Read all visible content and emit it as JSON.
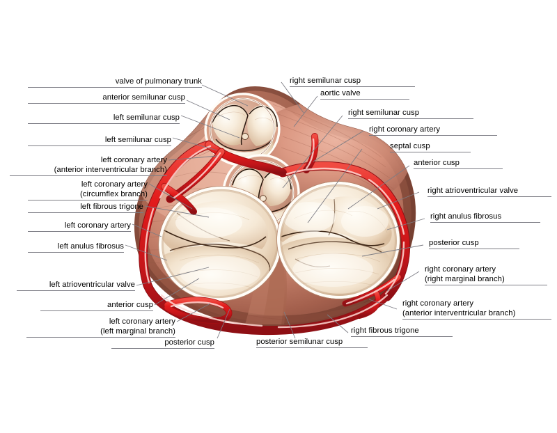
{
  "figure": {
    "kind": "anatomical-illustration",
    "subject": "Heart valves in transverse section (base of heart, atria removed)",
    "palette": {
      "background": "#ffffff",
      "myocardium_light": "#e8b3a2",
      "myocardium_mid": "#c98a78",
      "myocardium_dark": "#9c5d4e",
      "myocardium_deep": "#7d4739",
      "cusp_cream": "#f6ead9",
      "cusp_highlight": "#fffdf7",
      "cusp_shadow": "#d9c0a6",
      "annulus_white": "#fffdf8",
      "artery_red": "#e21b1b",
      "artery_red_dark": "#a50f12",
      "artery_highlight": "#ffd9d4",
      "leader_line": "#7c7c84",
      "label_text": "#000000"
    }
  },
  "labels_left": [
    {
      "id": "valve-of-pulmonary-trunk",
      "lines": [
        "valve of pulmonary trunk"
      ]
    },
    {
      "id": "anterior-semilunar-cusp",
      "lines": [
        "anterior semilunar cusp"
      ]
    },
    {
      "id": "left-semilunar-cusp-1",
      "lines": [
        "left semilunar cusp"
      ]
    },
    {
      "id": "left-semilunar-cusp-2",
      "lines": [
        "left semilunar cusp"
      ]
    },
    {
      "id": "left-coronary-artery-aiv",
      "lines": [
        "left coronary artery",
        "(anterior interventricular branch)"
      ]
    },
    {
      "id": "left-coronary-artery-circumflex",
      "lines": [
        "left coronary artery",
        "(circumflex branch)"
      ]
    },
    {
      "id": "left-fibrous-trigone",
      "lines": [
        "left fibrous trigone"
      ]
    },
    {
      "id": "left-coronary-artery",
      "lines": [
        "left coronary artery"
      ]
    },
    {
      "id": "left-anulus-fibrosus",
      "lines": [
        "left anulus fibrosus"
      ]
    },
    {
      "id": "left-atrioventricular-valve",
      "lines": [
        "left atrioventricular valve"
      ]
    },
    {
      "id": "anterior-cusp-left",
      "lines": [
        "anterior cusp"
      ]
    },
    {
      "id": "left-coronary-artery-marginal",
      "lines": [
        "left coronary artery",
        "(left marginal branch)"
      ]
    },
    {
      "id": "posterior-cusp-left",
      "lines": [
        "posterior cusp"
      ]
    }
  ],
  "labels_right": [
    {
      "id": "right-semilunar-cusp-pulmonary",
      "lines": [
        "right semilunar cusp"
      ]
    },
    {
      "id": "aortic-valve",
      "lines": [
        "aortic valve"
      ]
    },
    {
      "id": "right-semilunar-cusp-aortic",
      "lines": [
        "right semilunar cusp"
      ]
    },
    {
      "id": "right-coronary-artery",
      "lines": [
        "right coronary artery"
      ]
    },
    {
      "id": "septal-cusp",
      "lines": [
        "septal cusp"
      ]
    },
    {
      "id": "anterior-cusp-right",
      "lines": [
        "anterior cusp"
      ]
    },
    {
      "id": "right-atrioventricular-valve",
      "lines": [
        "right atrioventricular valve"
      ]
    },
    {
      "id": "right-anulus-fibrosus",
      "lines": [
        "right anulus fibrosus"
      ]
    },
    {
      "id": "posterior-cusp-right",
      "lines": [
        "posterior cusp"
      ]
    },
    {
      "id": "right-coronary-artery-marginal",
      "lines": [
        "right coronary artery",
        "(right marginal branch)"
      ]
    },
    {
      "id": "right-coronary-artery-aiv",
      "lines": [
        "right coronary artery",
        "(anterior interventricular branch)"
      ]
    },
    {
      "id": "right-fibrous-trigone",
      "lines": [
        "right fibrous trigone"
      ]
    }
  ],
  "labels_bottom": [
    {
      "id": "posterior-semilunar-cusp",
      "lines": [
        "posterior semilunar cusp"
      ]
    }
  ]
}
